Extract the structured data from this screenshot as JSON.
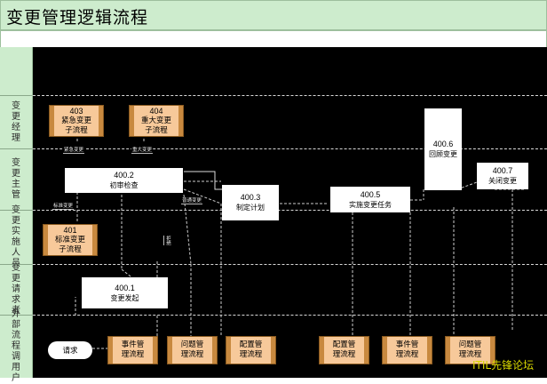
{
  "title": "变更管理逻辑流程",
  "lanes": [
    {
      "id": "manager",
      "label": "变更经理"
    },
    {
      "id": "supervisor",
      "label": "变更主管"
    },
    {
      "id": "implementer",
      "label": "变更实施人员"
    },
    {
      "id": "requester",
      "label": "变更请求者"
    },
    {
      "id": "external",
      "label": "外部流程调用户"
    }
  ],
  "boxes": {
    "b403": {
      "num": "403",
      "line1": "紧急变更",
      "line2": "子流程"
    },
    "b404": {
      "num": "404",
      "line1": "重大变更",
      "line2": "子流程"
    },
    "b401": {
      "num": "401",
      "line1": "标准变更",
      "line2": "子流程"
    },
    "b4002": {
      "num": "400.2",
      "text": "初审检查"
    },
    "b4003": {
      "num": "400.3",
      "text": "制定计划"
    },
    "b4005": {
      "num": "400.5",
      "text": "实施变更任务"
    },
    "b4006": {
      "num": "400.6",
      "text": "回顾变更"
    },
    "b4007": {
      "num": "400.7",
      "text": "关闭变更"
    },
    "b4001": {
      "num": "400.1",
      "text": "变更发起"
    }
  },
  "terminal": {
    "label": "请求"
  },
  "external_processes": [
    {
      "line1": "事件管",
      "line2": "理流程"
    },
    {
      "line1": "问题管",
      "line2": "理流程"
    },
    {
      "line1": "配置管",
      "line2": "理流程"
    },
    {
      "line1": "配置管",
      "line2": "理流程"
    },
    {
      "line1": "事件管",
      "line2": "理流程"
    },
    {
      "line1": "问题管",
      "line2": "理流程"
    }
  ],
  "edge_tags": {
    "emergency": "紧急变更",
    "major": "重大变更",
    "standard": "标准变更",
    "normal": "普通变更",
    "reject": "拒绝"
  },
  "watermark": "ITIL先锋论坛",
  "colors": {
    "lane_bg": "#cdeccd",
    "canvas_bg": "#000000",
    "subprocess_fill": "#f7c99a",
    "watermark": "#d8d800"
  }
}
